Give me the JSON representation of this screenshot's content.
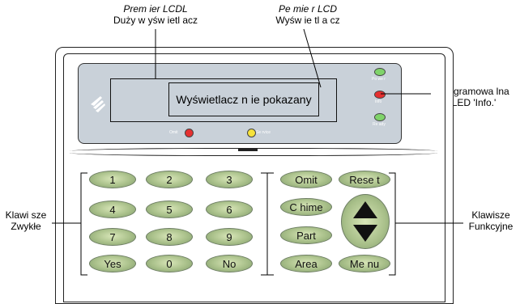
{
  "callouts": {
    "lcdl_model": "Prem ier LCDL",
    "lcdl_desc": "Duży w yśw ietl acz",
    "lcd_model": "Pe mie r LCD",
    "lcd_desc": "Wyśw ie tl a cz",
    "led_line1": "Programowa lna",
    "led_line2": "LED 'Info.'",
    "left_line1": "Klawi sze",
    "left_line2": "Zwykłe",
    "right_line1": "Klawisze",
    "right_line2": "Funkcyjne"
  },
  "display_text": "Wyświetlacz n ie pokazany",
  "leds": {
    "power": {
      "label": "Po we r",
      "color": "#7fd36a"
    },
    "info": {
      "label": "Info",
      "color": "#e53030"
    },
    "ready": {
      "label": "Re ady",
      "color": "#7fd36a"
    },
    "omit": {
      "label": "Omit",
      "color": "#e53030"
    },
    "service": {
      "label": "Se rvice",
      "color": "#f6e23a"
    }
  },
  "keys": {
    "k1": "1",
    "k2": "2",
    "k3": "3",
    "k4": "4",
    "k5": "5",
    "k6": "6",
    "k7": "7",
    "k8": "8",
    "k9": "9",
    "yes": "Yes",
    "k0": "0",
    "no": "No",
    "omit": "Omit",
    "chime": "C hime",
    "part": "Part",
    "area": "Area",
    "reset": "Rese t",
    "menu": "Me nu"
  }
}
